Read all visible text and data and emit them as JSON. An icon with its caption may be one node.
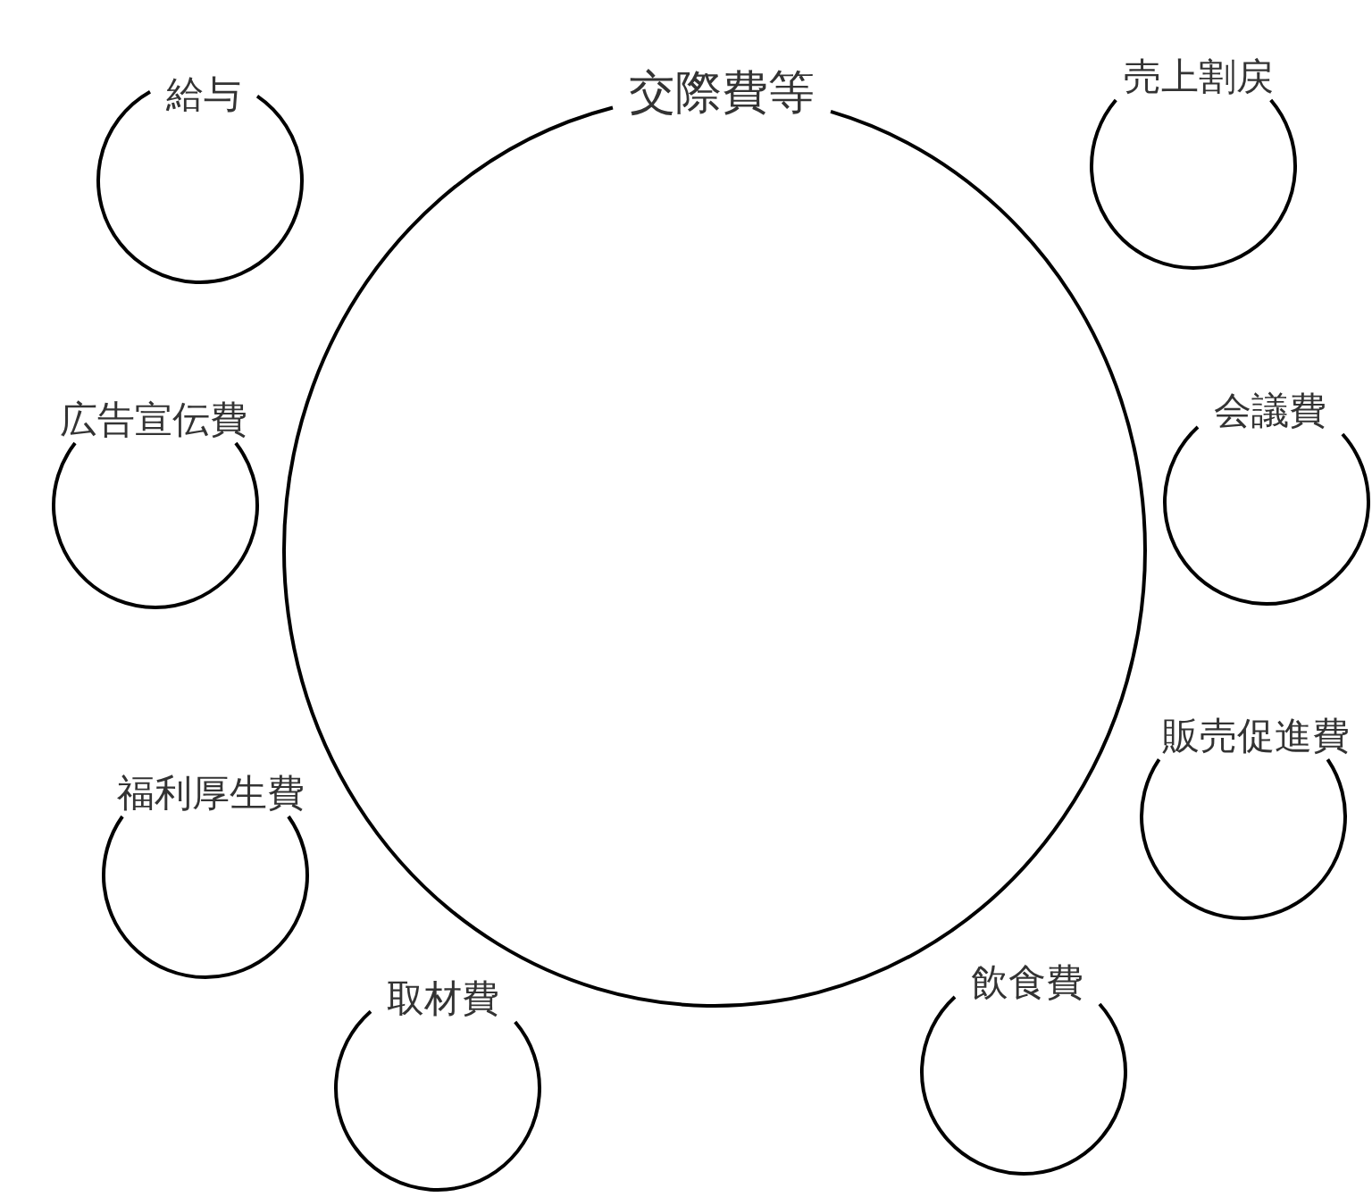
{
  "diagram": {
    "nodes": [
      {
        "text": [
          "給与"
        ]
      },
      {
        "text": [
          "交際費等"
        ]
      },
      {
        "text": [
          "売上割戻"
        ]
      },
      {
        "text": [
          "広告宣伝費"
        ]
      },
      {
        "text": [
          "会議費"
        ]
      },
      {
        "text": [
          "福利厚生費"
        ]
      },
      {
        "text": [
          "販売促進費"
        ]
      },
      {
        "text": [
          "取材費"
        ]
      },
      {
        "text": [
          "飲食費"
        ]
      }
    ]
  }
}
